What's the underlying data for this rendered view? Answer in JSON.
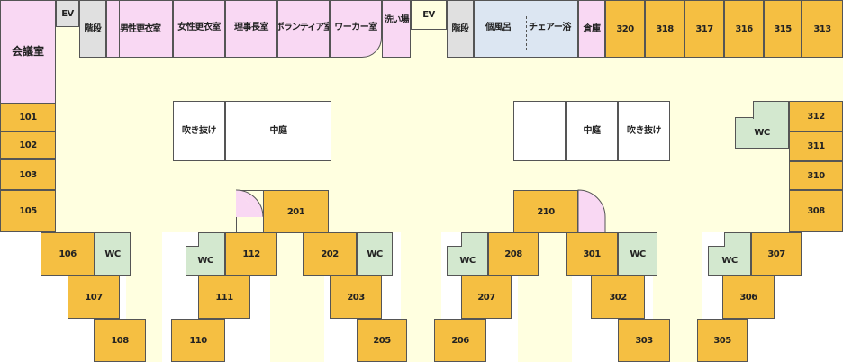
{
  "colors": {
    "corridor": "#FFFFE0",
    "room": "#F5BF42",
    "staff": "#F9D8F3",
    "toilet": "#D3E8CF",
    "bath": "#DCE6F2",
    "service": "#E0E0E0",
    "court": "#FFFFFF"
  },
  "top": {
    "ev": "EV",
    "stairs": "階段",
    "meeting": "会議室",
    "male_locker": "男性更衣室",
    "female_locker": "女性更衣室",
    "director": "理事長室",
    "volunteer": "ボランティア室",
    "worker": "ワーカー室",
    "wash": "洗い場",
    "private_bath": "個風呂",
    "chair_bath": "チェアー浴",
    "storage": "倉庫"
  },
  "courts": {
    "void": "吹き抜け",
    "garden": "中庭"
  },
  "toilet_label": "WC",
  "rooms": {
    "r101": "101",
    "r102": "102",
    "r103": "103",
    "r105": "105",
    "r106": "106",
    "r107": "107",
    "r108": "108",
    "r110": "110",
    "r111": "111",
    "r112": "112",
    "r201": "201",
    "r202": "202",
    "r203": "203",
    "r205": "205",
    "r206": "206",
    "r207": "207",
    "r208": "208",
    "r210": "210",
    "r301": "301",
    "r302": "302",
    "r303": "303",
    "r305": "305",
    "r306": "306",
    "r307": "307",
    "r308": "308",
    "r310": "310",
    "r311": "311",
    "r312": "312",
    "r313": "313",
    "r315": "315",
    "r316": "316",
    "r317": "317",
    "r318": "318",
    "r320": "320"
  }
}
